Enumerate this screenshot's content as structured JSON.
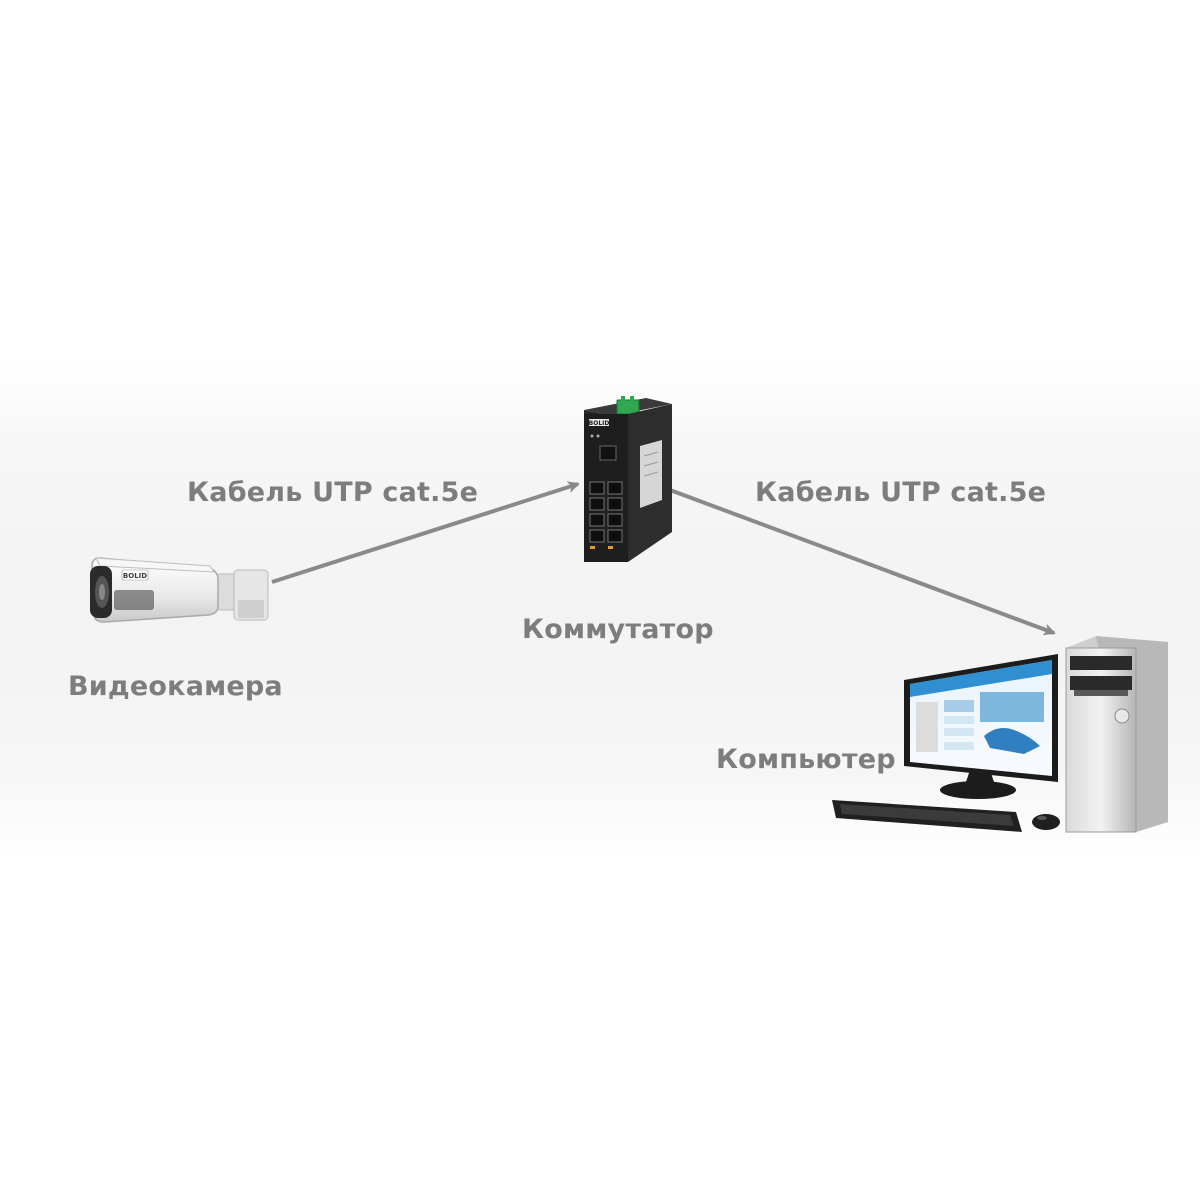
{
  "labels": {
    "cable_left": "Кабель UTP cat.5e",
    "cable_right": "Кабель UTP cat.5e",
    "camera": "Видеокамера",
    "switch": "Коммутатор",
    "computer": "Компьютер"
  },
  "devices": {
    "camera_brand": "BOLID",
    "switch_brand": "BOLID"
  },
  "colors": {
    "arrow": "#8a8a8a",
    "label_text": "#7d7d7d",
    "switch_body": "#1e1e1e",
    "terminal_green": "#2fa84f",
    "monitor_accent": "#2f8fd1"
  }
}
